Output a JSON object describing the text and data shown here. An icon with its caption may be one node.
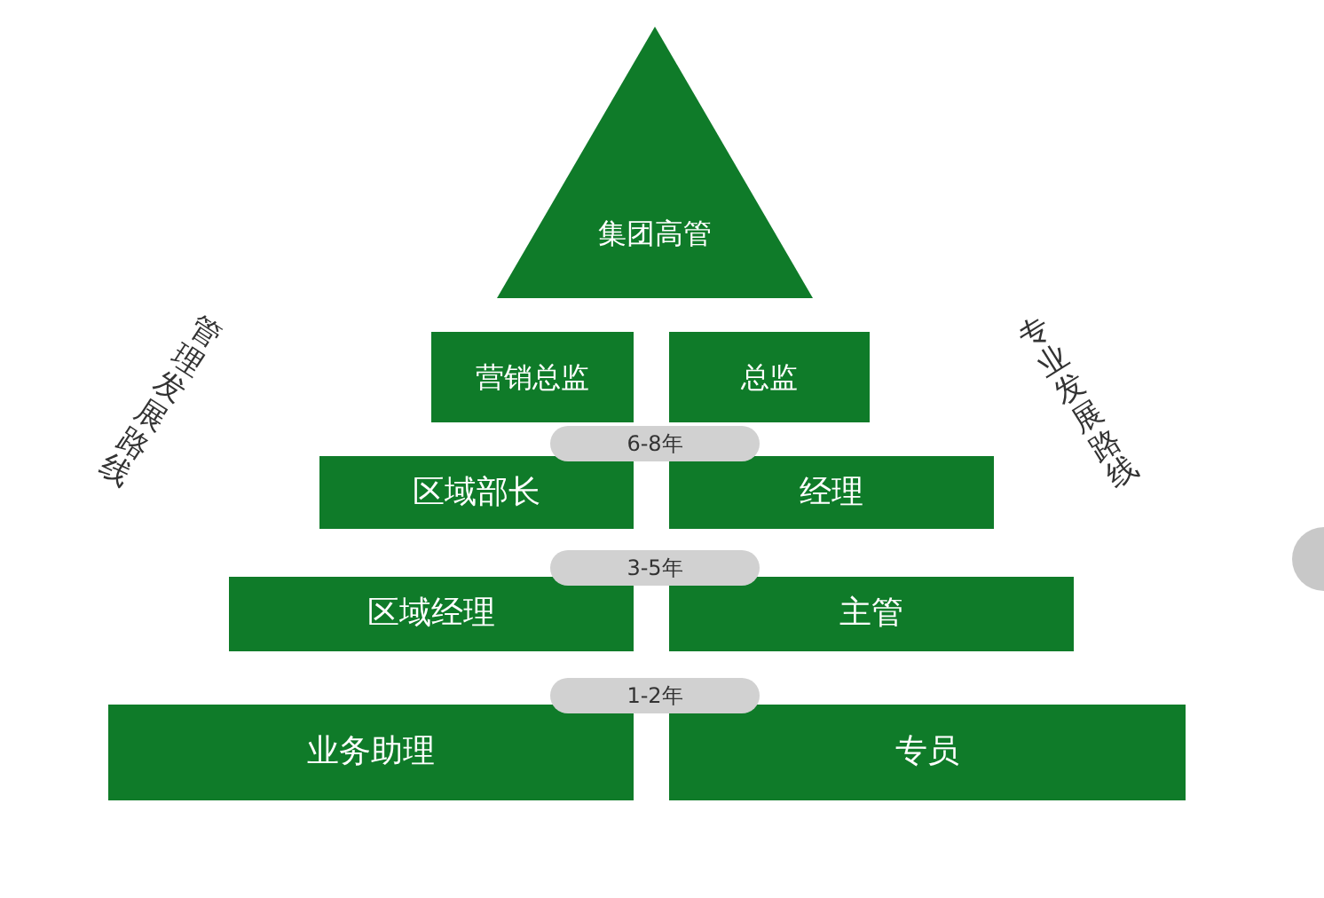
{
  "diagram": {
    "nodes": [
      {
        "text": [
          "集团高管"
        ]
      },
      {
        "text": [
          "营销总监"
        ]
      },
      {
        "text": [
          "总监"
        ]
      },
      {
        "text": [
          "6-8年"
        ]
      },
      {
        "text": [
          "区域部长"
        ]
      },
      {
        "text": [
          "经理"
        ]
      },
      {
        "text": [
          "3-5年"
        ]
      },
      {
        "text": [
          "区域经理"
        ]
      },
      {
        "text": [
          "主管"
        ]
      },
      {
        "text": [
          "1-2年"
        ]
      },
      {
        "text": [
          "业务助理"
        ]
      },
      {
        "text": [
          "专员"
        ]
      }
    ],
    "labels": [
      "管理发展路线",
      "专业发展路线"
    ]
  }
}
